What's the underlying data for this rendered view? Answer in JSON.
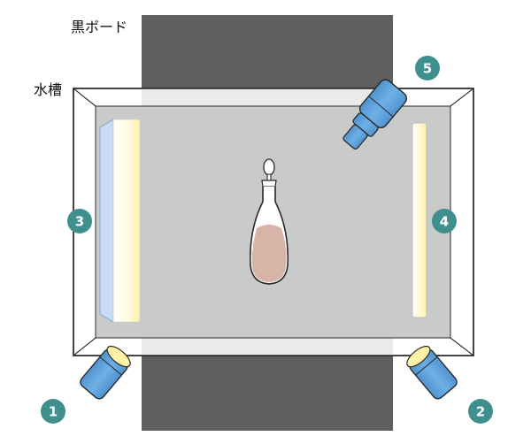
{
  "labels": {
    "black_board": "黒ボード",
    "water_tank": "水槽"
  },
  "badges": [
    "1",
    "2",
    "3",
    "4",
    "5"
  ],
  "colors": {
    "board": "#5f5f5f",
    "tank_fill": "#c8cbca",
    "frame": "#ffffff",
    "outline": "#2a2a2a",
    "badge": "#3f8f8f",
    "camera_body": "#5b9fd8",
    "light_yellow": "#fff1a8",
    "diffuser_blue": "#c9dcf3",
    "liquid": "#d8b4a8"
  },
  "icons": {
    "camera": "camera-icon",
    "light": "light-panel",
    "bottle": "decanter-bottle"
  }
}
